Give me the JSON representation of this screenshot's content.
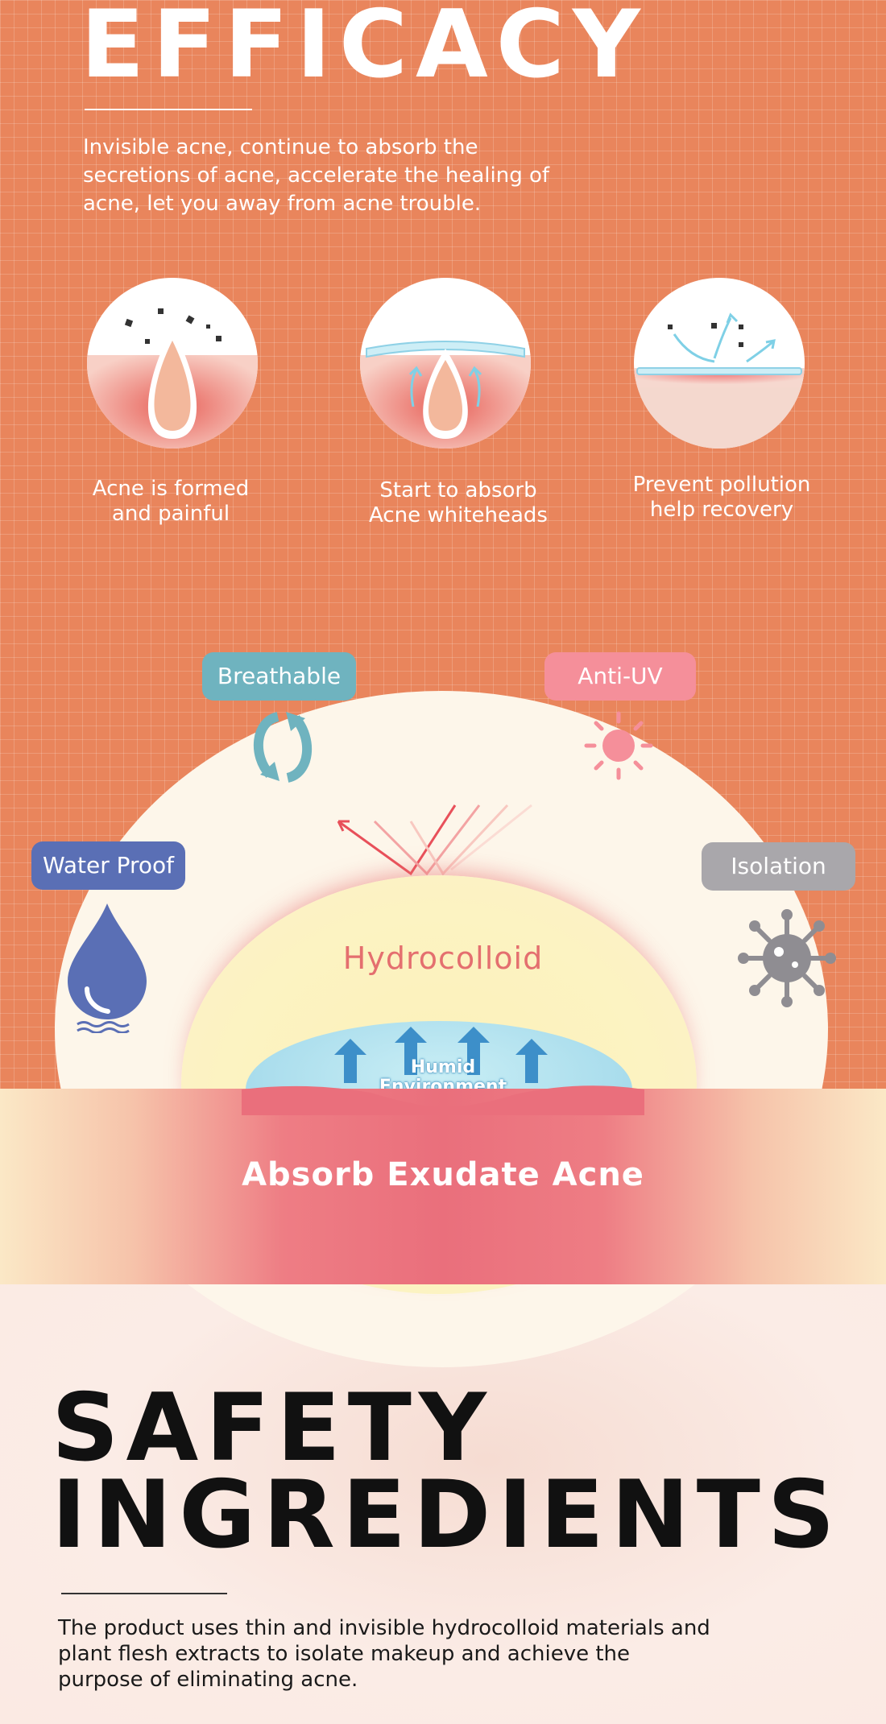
{
  "efficacy": {
    "title": "EFFICACY",
    "description": "Invisible acne, continue to absorb the secretions of acne, accelerate the healing of acne, let you away from acne trouble.",
    "stages": [
      {
        "line1": "Acne is formed",
        "line2": "and painful"
      },
      {
        "line1": "Start to absorb",
        "line2": "Acne whiteheads"
      },
      {
        "line1": "Prevent pollution",
        "line2": "help recovery"
      }
    ]
  },
  "diagram": {
    "features": {
      "breathable": "Breathable",
      "anti_uv": "Anti-UV",
      "water_proof": "Water Proof",
      "isolation": "Isolation"
    },
    "layers": {
      "hydrocolloid": "Hydrocolloid",
      "humid_line1": "Humid",
      "humid_line2": "Environment",
      "skin": "Absorb Exudate Acne"
    },
    "colors": {
      "background": "#e9855c",
      "breathable": "#6fb3bf",
      "anti_uv": "#f58f9a",
      "water_proof": "#5a6fb5",
      "isolation": "#a9a7ab",
      "hydrocolloid_text": "#e46f6f"
    }
  },
  "safety": {
    "title_line1": "SAFETY",
    "title_line2": "INGREDIENTS",
    "description": "The product uses thin and invisible hydrocolloid materials and plant flesh extracts to isolate makeup and achieve the purpose of eliminating acne."
  }
}
